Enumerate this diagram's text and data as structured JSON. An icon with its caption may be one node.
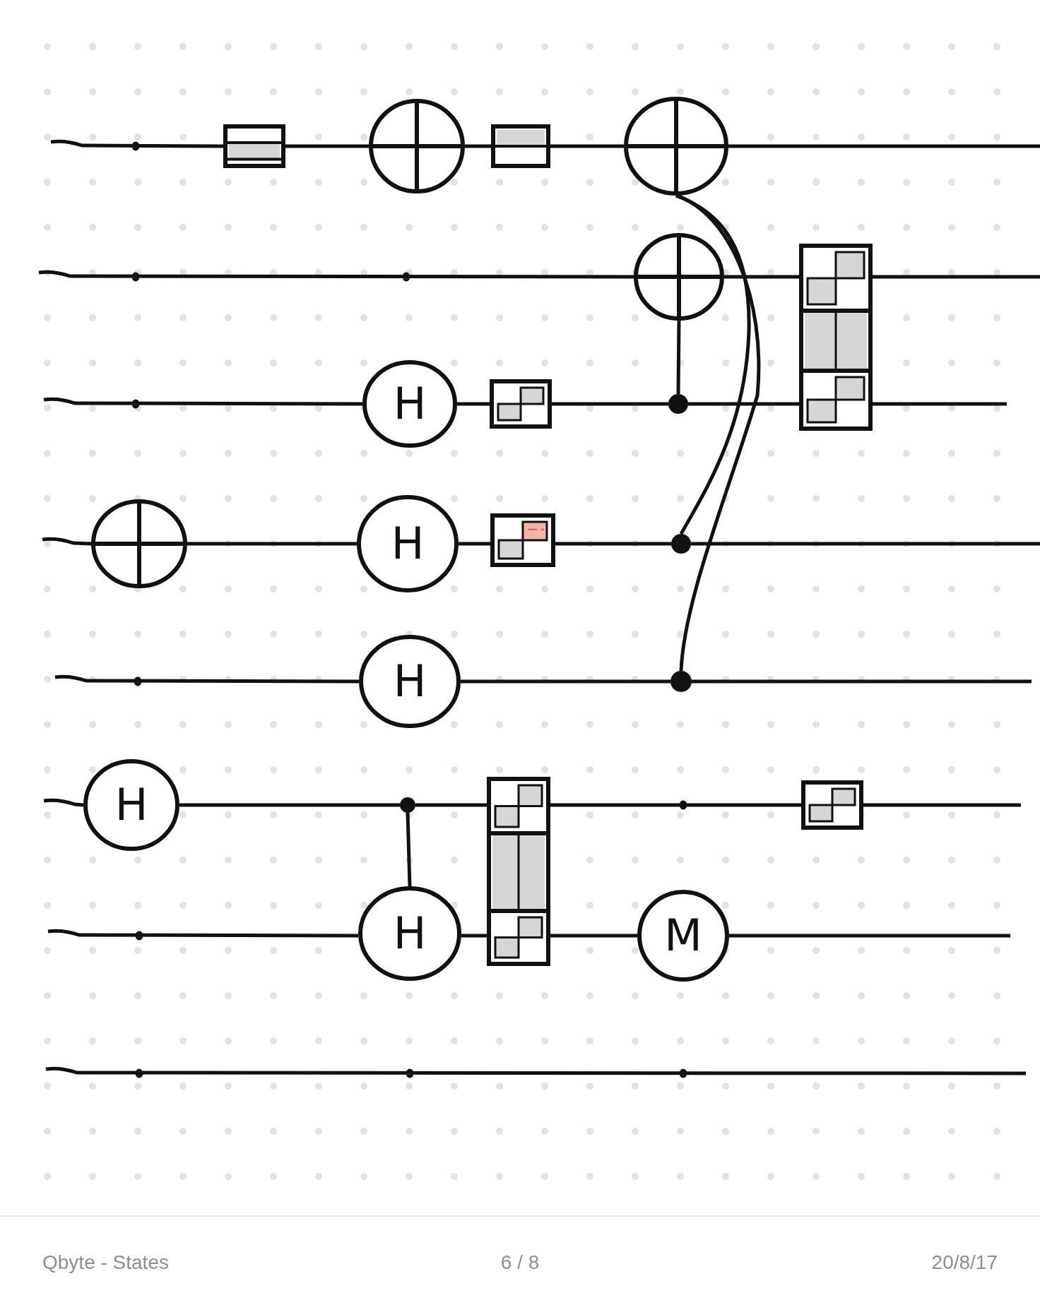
{
  "diagram": {
    "nodes": [
      {
        "text": [],
        "shape": "box"
      },
      {
        "text": [],
        "shape": "circle"
      },
      {
        "text": [],
        "shape": "box"
      },
      {
        "text": [],
        "shape": "circle"
      },
      {
        "text": [],
        "shape": "circle"
      },
      {
        "text": [],
        "shape": "box"
      },
      {
        "text": [
          "H"
        ]
      },
      {
        "text": [],
        "shape": "box"
      },
      {
        "text": [],
        "shape": "dot"
      },
      {
        "text": [],
        "shape": "circle"
      },
      {
        "text": [
          "H"
        ]
      },
      {
        "text": [],
        "shape": "box"
      },
      {
        "text": [],
        "shape": "dot"
      },
      {
        "text": [
          "H"
        ]
      },
      {
        "text": [],
        "shape": "dot"
      },
      {
        "text": [
          "H"
        ]
      },
      {
        "text": [],
        "shape": "dot"
      },
      {
        "text": [],
        "shape": "box"
      },
      {
        "text": [],
        "shape": "box"
      },
      {
        "text": [
          "H"
        ]
      },
      {
        "text": [
          "M"
        ]
      }
    ],
    "edges": [
      {
        "from": null,
        "to": 0,
        "arrow": "none"
      },
      {
        "from": 0,
        "to": 1,
        "arrow": "none"
      },
      {
        "from": 1,
        "to": 2,
        "arrow": "none"
      },
      {
        "from": 2,
        "to": 3,
        "arrow": "none"
      },
      {
        "from": 3,
        "to": null,
        "arrow": "none"
      },
      {
        "from": null,
        "to": 4,
        "arrow": "none"
      },
      {
        "from": 4,
        "to": 5,
        "arrow": "none"
      },
      {
        "from": 5,
        "to": null,
        "arrow": "none"
      },
      {
        "from": null,
        "to": 6,
        "arrow": "none"
      },
      {
        "from": 6,
        "to": 7,
        "arrow": "none"
      },
      {
        "from": 7,
        "to": 8,
        "arrow": "none"
      },
      {
        "from": 8,
        "to": 5,
        "arrow": "none"
      },
      {
        "from": 5,
        "to": null,
        "arrow": "none"
      },
      {
        "from": null,
        "to": 9,
        "arrow": "none"
      },
      {
        "from": 9,
        "to": 10,
        "arrow": "none"
      },
      {
        "from": 10,
        "to": 11,
        "arrow": "none"
      },
      {
        "from": 11,
        "to": 12,
        "arrow": "none"
      },
      {
        "from": 12,
        "to": null,
        "arrow": "none"
      },
      {
        "from": null,
        "to": 13,
        "arrow": "none"
      },
      {
        "from": 13,
        "to": 14,
        "arrow": "none"
      },
      {
        "from": 14,
        "to": null,
        "arrow": "none"
      },
      {
        "from": null,
        "to": 15,
        "arrow": "none"
      },
      {
        "from": 15,
        "to": 16,
        "arrow": "none"
      },
      {
        "from": 16,
        "to": 17,
        "arrow": "none"
      },
      {
        "from": 17,
        "to": 18,
        "arrow": "none"
      },
      {
        "from": 18,
        "to": null,
        "arrow": "none"
      },
      {
        "from": null,
        "to": 19,
        "arrow": "none"
      },
      {
        "from": 19,
        "to": 17,
        "arrow": "none"
      },
      {
        "from": 17,
        "to": 20,
        "arrow": "none"
      },
      {
        "from": 20,
        "to": null,
        "arrow": "none"
      },
      {
        "from": 8,
        "to": 4,
        "arrow": "none"
      },
      {
        "from": 12,
        "to": 3,
        "arrow": "none"
      },
      {
        "from": 14,
        "to": 3,
        "arrow": "none"
      },
      {
        "from": 16,
        "to": 19,
        "arrow": "none"
      }
    ],
    "labels": [
      "Qbyte - States",
      "6 / 8",
      "20/8/17"
    ]
  }
}
